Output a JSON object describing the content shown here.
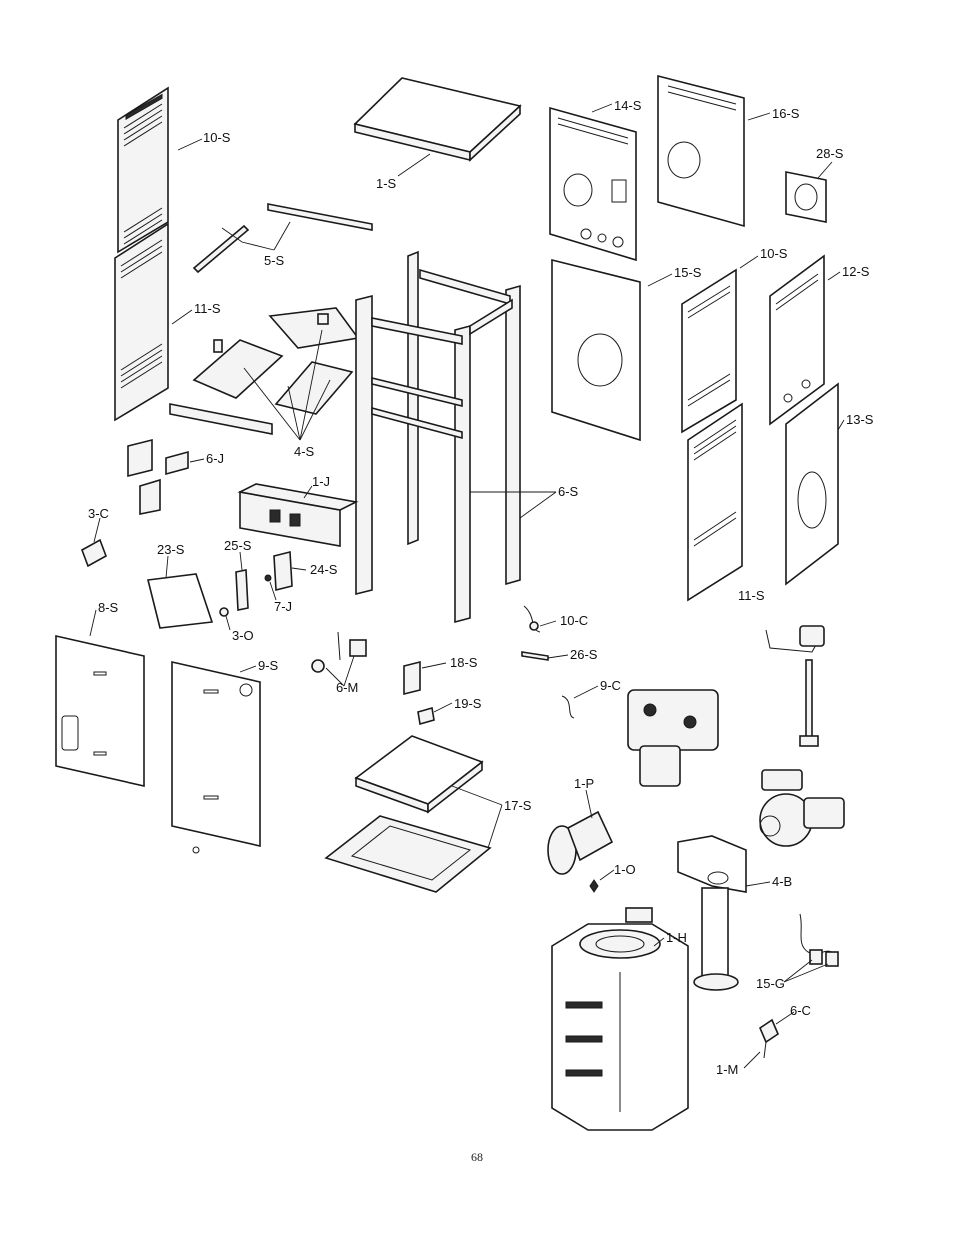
{
  "labels": {
    "s10a": "10-S",
    "s1": "1-S",
    "s14": "14-S",
    "s16": "16-S",
    "s28": "28-S",
    "s5": "5-S",
    "s11a": "11-S",
    "s15": "15-S",
    "s10b": "10-S",
    "s12": "12-S",
    "s13": "13-S",
    "s4": "4-S",
    "j6": "6-J",
    "j1": "1-J",
    "s6": "6-S",
    "c3": "3-C",
    "s23": "23-S",
    "s25": "25-S",
    "s24": "24-S",
    "j7": "7-J",
    "o3": "3-O",
    "s8": "8-S",
    "s9": "9-S",
    "s11b": "11-S",
    "c10": "10-C",
    "s26": "26-S",
    "m6": "6-M",
    "s18": "18-S",
    "s19": "19-S",
    "c9": "9-C",
    "s17": "17-S",
    "p1": "1-P",
    "o1": "1-O",
    "b4": "4-B",
    "h1": "1-H",
    "g15": "15-G",
    "c6": "6-C",
    "m1": "1-M"
  },
  "page_number": "68"
}
